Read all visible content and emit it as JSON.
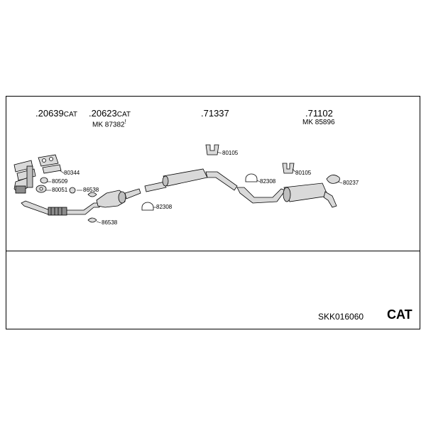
{
  "header_parts": [
    {
      "number": ".20639",
      "suffix": "CAT"
    },
    {
      "number": ".20623",
      "suffix": "CAT",
      "kit": "MK 87382",
      "mark": "!"
    },
    {
      "number": ".71337",
      "suffix": ""
    },
    {
      "number": ".71102",
      "suffix": "",
      "kit": "MK 85896"
    }
  ],
  "callouts": {
    "p80344": "80344",
    "p80509": "80509",
    "p80051": "80051",
    "p86538a": "86538",
    "p86538b": "86538",
    "p82308a": "82308",
    "p80105a": "80105",
    "p82308b": "82308",
    "p80105b": "80105",
    "p80237": "80237"
  },
  "footer": {
    "kit_code": "SKK016060",
    "type": "CAT"
  },
  "colors": {
    "line": "#000000",
    "part_fill": "#d9d9d9",
    "part_shade": "#8c8c8c",
    "background": "#ffffff"
  }
}
